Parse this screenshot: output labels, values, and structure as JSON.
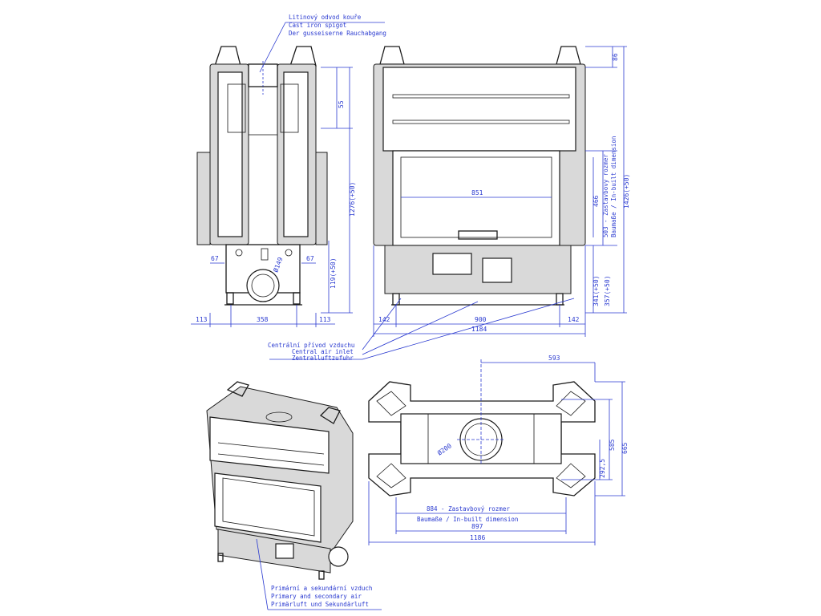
{
  "labels": {
    "spigot_cs": "Litinový odvod kouře",
    "spigot_en": "Cast iron spigot",
    "spigot_de": "Der gusseiserne Rauchabgang",
    "air_cs": "Centrální přívod vzduchu",
    "air_en": "Central air inlet",
    "air_de": "Zentralluftzufuhr",
    "prim_cs": "Primární a sekundární vzduch",
    "prim_en": "Primary and secondary air",
    "prim_de": "Primärluft und Sekundärluft",
    "builtin_cs": "884 - Zastavbový rozmer",
    "builtin_de": "Baumaße / In-built dimension",
    "vert_builtin": "503 - Zastavbovy rozmer",
    "vert_builtin2": "Baumaße / In-built dimension"
  },
  "dims": {
    "d86": "86",
    "d55": "55",
    "d1276": "1276(+50)",
    "d1426": "1426(+50)",
    "d119": "119(+50)",
    "d149": "Ø149",
    "d67a": "67",
    "d67b": "67",
    "d113a": "113",
    "d358": "358",
    "d113b": "113",
    "d851": "851",
    "d466": "466",
    "d341": "341(+50)",
    "d357": "357(+50)",
    "d142a": "142",
    "d900": "900",
    "d142b": "142",
    "d1184": "1184",
    "d593": "593",
    "d200": "Ø200",
    "d585": "585",
    "d665": "665",
    "d292": "292,5",
    "d897": "897",
    "d1186": "1186"
  }
}
